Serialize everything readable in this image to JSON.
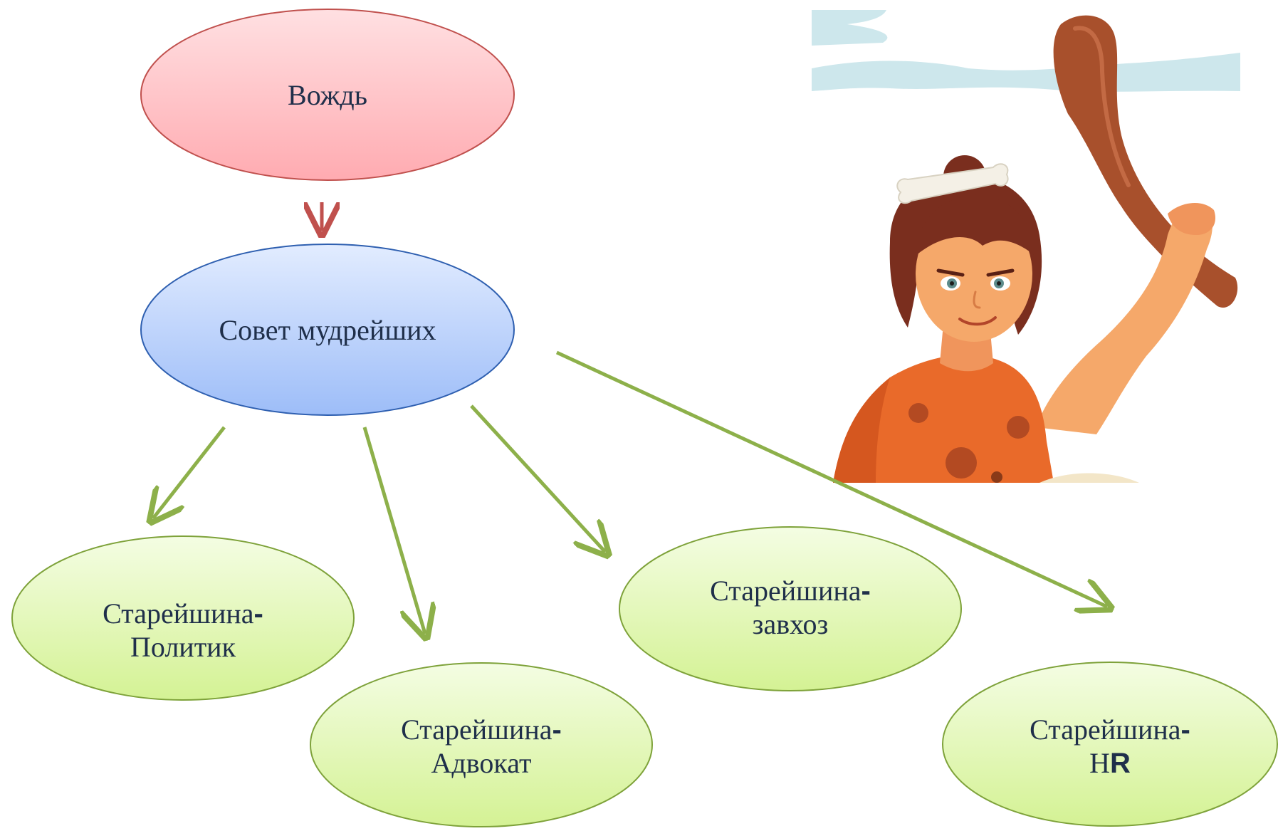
{
  "nodes": {
    "chief": {
      "label": "Вождь"
    },
    "council": {
      "label": "Совет мудрейших"
    },
    "politician": {
      "line1": "Старейшина",
      "dash": "-",
      "line2": "Политик"
    },
    "lawyer": {
      "line1": "Старейшина",
      "dash": "-",
      "line2": "Адвокат"
    },
    "steward": {
      "line1": "Старейшина",
      "dash": "-",
      "line2": "завхоз"
    },
    "hr": {
      "line1": "Старейшина",
      "dash": "-",
      "line2a": "Н",
      "line2b": "R"
    }
  },
  "colors": {
    "chief_fill": "#ffb3b6",
    "chief_stroke": "#c0504d",
    "council_fill": "#a9c6ff",
    "council_stroke": "#2e5fb0",
    "elder_fill": "#dcf5a8",
    "elder_stroke": "#7ea23a",
    "arrow_red": "#c0504d",
    "arrow_green": "#8db04a"
  }
}
